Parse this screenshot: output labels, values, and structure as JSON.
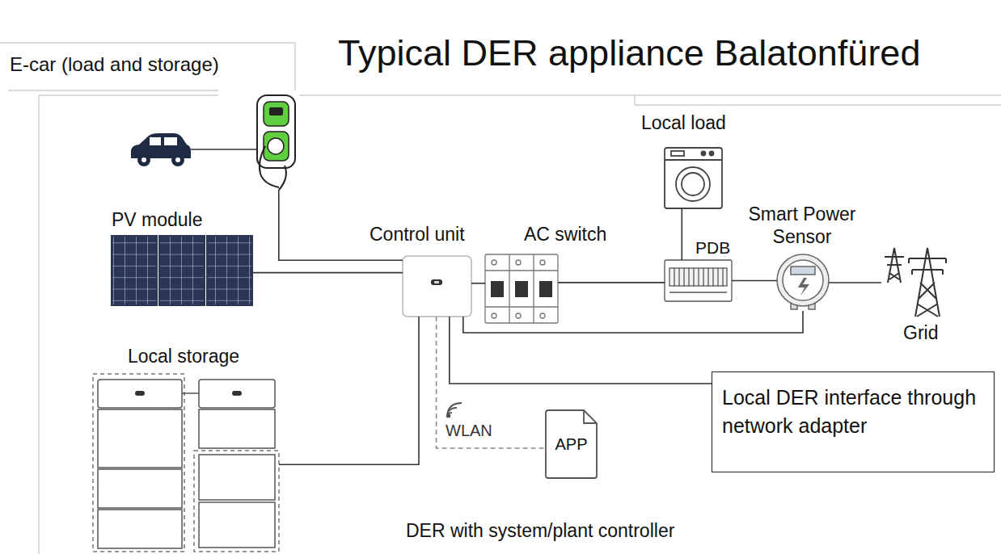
{
  "diagram": {
    "title": "Typical DER appliance Balatonfüred",
    "nodes": [
      {
        "text": [
          "E-car (load and storage)"
        ]
      },
      {
        "text": [
          "PV module"
        ]
      },
      {
        "text": [
          "Control unit"
        ]
      },
      {
        "text": [
          "AC switch"
        ]
      },
      {
        "text": [
          "Local load"
        ]
      },
      {
        "text": [
          "PDB"
        ]
      },
      {
        "text": [
          "Smart Power Sensor"
        ]
      },
      {
        "text": [
          "Grid"
        ]
      },
      {
        "text": [
          "Local storage"
        ]
      },
      {
        "text": [
          "APP"
        ]
      },
      {
        "text": [
          "Local DER interface through network adapter"
        ]
      }
    ],
    "edges": [
      {
        "from": 0,
        "to": 2,
        "arrow": "none"
      },
      {
        "from": 1,
        "to": 2,
        "arrow": "none"
      },
      {
        "from": 2,
        "to": 3,
        "arrow": "none"
      },
      {
        "from": 3,
        "to": 5,
        "arrow": "none"
      },
      {
        "from": 4,
        "to": 5,
        "arrow": "none"
      },
      {
        "from": 5,
        "to": 6,
        "arrow": "none"
      },
      {
        "from": 6,
        "to": 7,
        "arrow": "none"
      },
      {
        "from": 6,
        "to": 2,
        "arrow": "none"
      },
      {
        "from": 8,
        "to": 2,
        "arrow": "none"
      },
      {
        "from": 2,
        "to": 9,
        "label": "WLAN",
        "arrow": "none"
      },
      {
        "from": 2,
        "to": 10,
        "arrow": "none"
      }
    ],
    "labels": [
      "DER with system/plant controller"
    ]
  }
}
